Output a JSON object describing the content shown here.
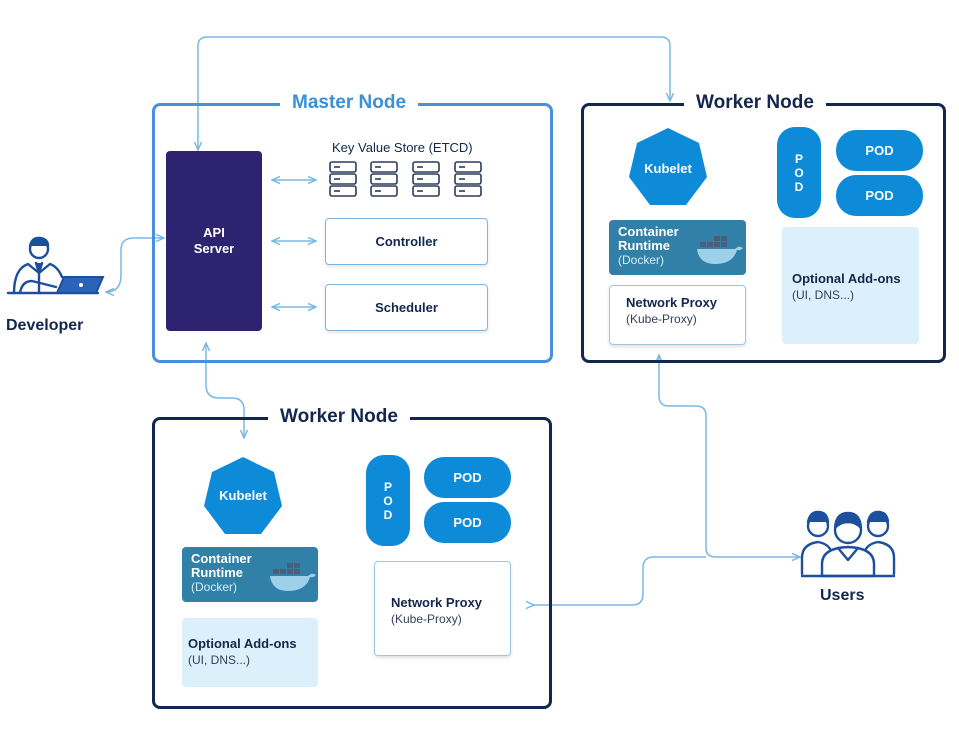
{
  "master": {
    "title": "Master Node",
    "api_server": [
      "API",
      "Server"
    ],
    "kv_store_label": "Key Value Store (ETCD)",
    "controller": "Controller",
    "scheduler": "Scheduler"
  },
  "worker_top": {
    "title": "Worker Node",
    "kubelet": "Kubelet",
    "pod_column": [
      "P",
      "O",
      "D"
    ],
    "pods": [
      "POD",
      "POD"
    ],
    "runtime": {
      "line1": "Container",
      "line2": "Runtime",
      "line3": "(Docker)"
    },
    "proxy": {
      "line1": "Network Proxy",
      "line2": "(Kube-Proxy)"
    },
    "addons": {
      "line1": "Optional Add-ons",
      "line2": "(UI, DNS...)"
    }
  },
  "worker_bottom": {
    "title": "Worker Node",
    "kubelet": "Kubelet",
    "pod_column": [
      "P",
      "O",
      "D"
    ],
    "pods": [
      "POD",
      "POD"
    ],
    "runtime": {
      "line1": "Container",
      "line2": "Runtime",
      "line3": "(Docker)"
    },
    "proxy": {
      "line1": "Network Proxy",
      "line2": "(Kube-Proxy)"
    },
    "addons": {
      "line1": "Optional Add-ons",
      "line2": "(UI, DNS...)"
    }
  },
  "developer": {
    "label": "Developer"
  },
  "users": {
    "label": "Users"
  },
  "colors": {
    "master_border": "#4a90d9",
    "worker_border": "#13264d",
    "api_server": "#2d2370",
    "kubelet": "#0d8bd9",
    "pod": "#0d8bd9",
    "runtime": "#3180a8",
    "addons": "#dcf0fb",
    "connector": "#7ab8e3"
  },
  "icons": [
    "developer-icon",
    "users-icon",
    "docker-whale-icon",
    "etcd-server-icon"
  ]
}
